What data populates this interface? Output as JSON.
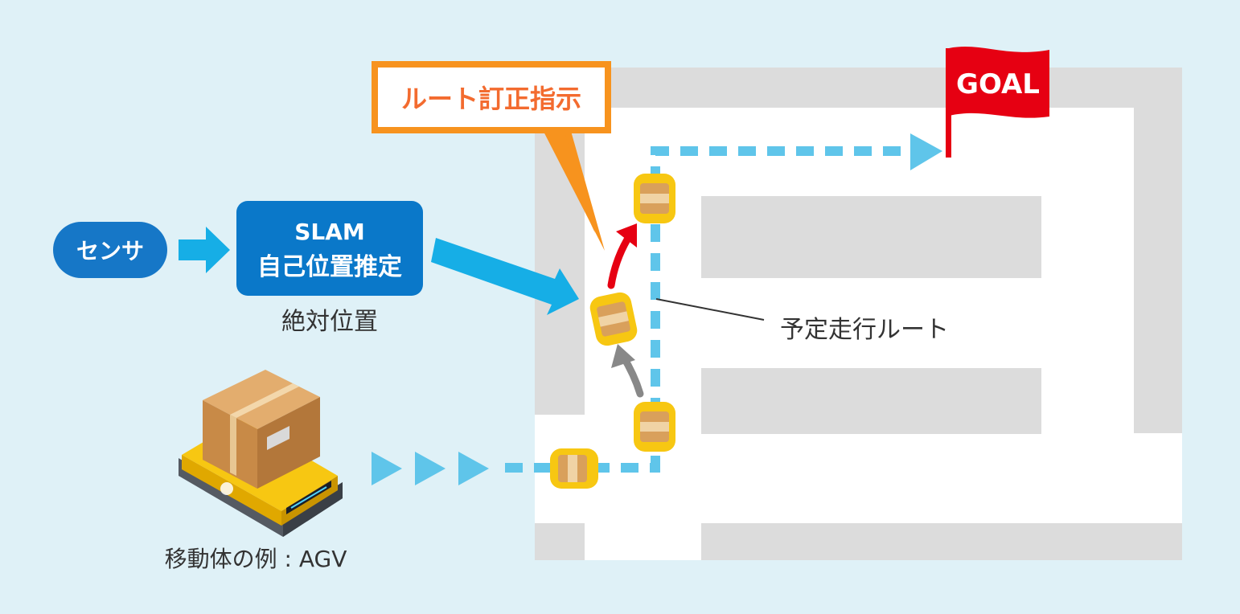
{
  "diagram": {
    "sensor_label": "センサ",
    "slam": {
      "line1": "SLAM",
      "line2": "自己位置推定"
    },
    "absolute_position_label": "絶対位置",
    "correction_callout": "ルート訂正指示",
    "goal_label": "GOAL",
    "planned_route_label": "予定走行ルート",
    "agv_caption": "移動体の例 : AGV"
  },
  "colors": {
    "background": "#dff1f7",
    "sensor_blue": "#1677c7",
    "slam_blue": "#0a78c9",
    "flow_arrow": "#16aee6",
    "route_dash": "#5fc5ea",
    "callout_orange": "#f7931e",
    "callout_text": "#f36b2f",
    "goal_red": "#e60012",
    "correction_red": "#e60012",
    "past_arrow_gray": "#888888",
    "agv_yellow": "#f7c712",
    "box_tan": "#d9a05b",
    "map_floor": "#ffffff",
    "map_wall": "#dcdcdc"
  },
  "icons": [
    "flow-arrow-icon",
    "goal-flag-icon",
    "cardboard-box-icon",
    "agv-robot-icon",
    "route-arrowhead-icon",
    "triangle-arrow-icon"
  ]
}
